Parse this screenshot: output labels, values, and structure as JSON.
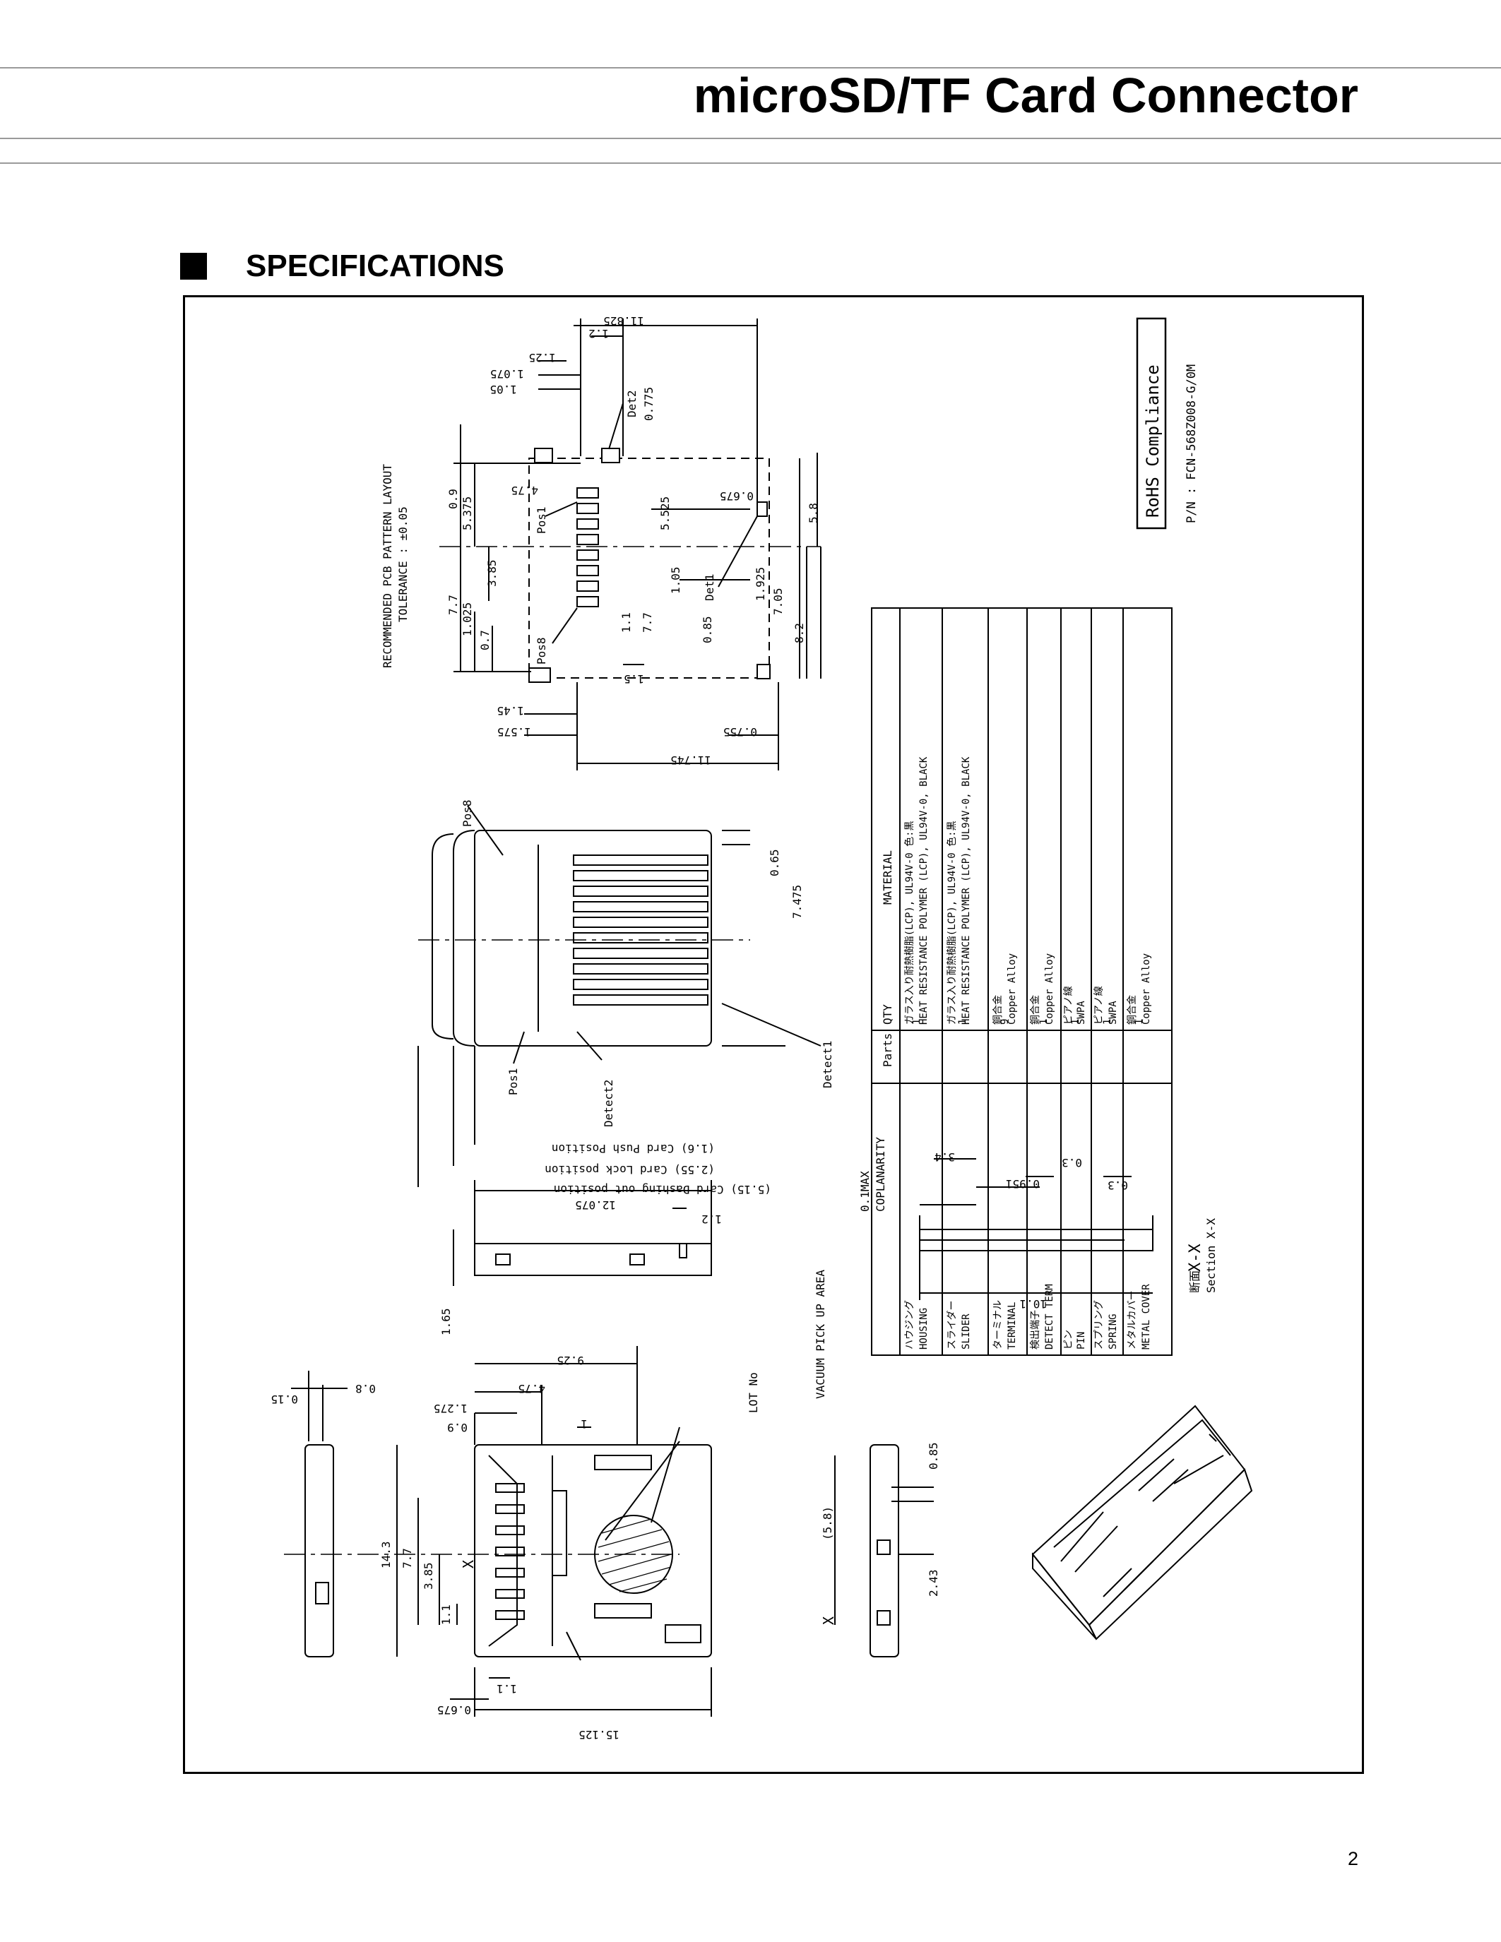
{
  "header": {
    "title": "microSD/TF Card Connector"
  },
  "section": {
    "title": "SPECIFICATIONS"
  },
  "page_number": "2",
  "drawing": {
    "pcb_layout_title": "RECOMMENDED PCB PATTERN LAYOUT",
    "pcb_tolerance": "TOLERANCE : ±0.05",
    "rohs": "RoHS Compliance",
    "part_number": "P/N : FCN-568Z008-G/0M",
    "pcb_labels": {
      "det2": "Det2",
      "det1": "Det1",
      "pos1": "Pos1",
      "pos8": "Pos8"
    },
    "top_dims": [
      "11.825",
      "1.2",
      "1.25",
      "1.075",
      "1.05",
      "0.775"
    ],
    "pcb_dims": [
      "0.9",
      "5.375",
      "4.75",
      "5.525",
      "0.675",
      "5.8",
      "3.85",
      "1.05",
      "1.925",
      "7.7",
      "1.025",
      "0.7",
      "1.1",
      "7.7",
      "1.5",
      "0.85",
      "7.05",
      "8.2",
      "1.45",
      "1.575",
      "0.755",
      "11.745"
    ],
    "table": {
      "headers": [
        "Parts",
        "QTY",
        "MATERIAL"
      ],
      "rows": [
        {
          "jp": "ハウジング",
          "part": "HOUSING",
          "qty": "1",
          "mat_jp": "ガラス入り耐熱樹脂(LCP), UL94V-0 色:黒",
          "mat": "HEAT RESISTANCE POLYMER (LCP), UL94V-0, BLACK"
        },
        {
          "jp": "スライダー",
          "part": "SLIDER",
          "qty": "1",
          "mat_jp": "ガラス入り耐熱樹脂(LCP), UL94V-0 色:黒",
          "mat": "HEAT RESISTANCE POLYMER (LCP), UL94V-0, BLACK"
        },
        {
          "jp": "ターミナル",
          "part": "TERMINAL",
          "qty": "9",
          "mat_jp": "銅合金",
          "mat": "Copper Alloy"
        },
        {
          "jp": "検出端子",
          "part": "DETECT TERM",
          "qty": "1",
          "mat_jp": "銅合金",
          "mat": "Copper Alloy"
        },
        {
          "jp": "ピン",
          "part": "PIN",
          "qty": "1",
          "mat_jp": "ピアノ線",
          "mat": "SWPA"
        },
        {
          "jp": "スプリング",
          "part": "SPRING",
          "qty": "1",
          "mat_jp": "ピアノ線",
          "mat": "SWPA"
        },
        {
          "jp": "メタルカバー",
          "part": "METAL COVER",
          "qty": "1",
          "mat_jp": "銅合金",
          "mat": "Copper Alloy"
        }
      ]
    },
    "mid_view": {
      "pos8": "Pos8",
      "pos1": "Pos1",
      "detect1": "Detect1",
      "detect2": "Detect2",
      "dims": [
        "0.65",
        "7.475"
      ],
      "positions": [
        "(1.6) Card Push Position",
        "(2.55) Card Lock position",
        "(5.15) Card Dashing out position"
      ]
    },
    "section_view": {
      "coplanarity": "0.1MAX",
      "coplanarity_label": "COPLANARITY",
      "dims": [
        "3.4",
        "0.3",
        "0.951",
        "0.3",
        "10.1"
      ],
      "label_jp": "断面",
      "label": "X-X",
      "label_en": "Section X-X"
    },
    "side_view": {
      "dims": [
        "12.075",
        "1.2",
        "1.65"
      ]
    },
    "bottom_view": {
      "lot": "LOT No",
      "vacuum": "VACUUM PICK UP AREA",
      "dims": [
        "9.25",
        "4.75",
        "1.275",
        "0.9",
        "1",
        "0.8",
        "0.15",
        "14.3",
        "7.7",
        "3.85",
        "1.1",
        "(5.8)",
        "0.85",
        "2.43",
        "1.1",
        "0.675",
        "15.125"
      ],
      "x_mark": "X"
    }
  }
}
